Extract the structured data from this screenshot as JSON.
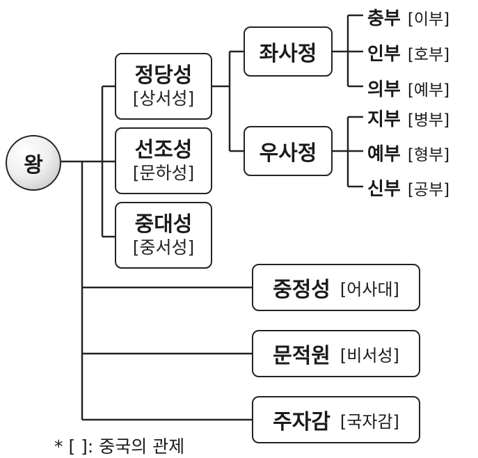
{
  "root": {
    "label": "왕"
  },
  "secretariats": [
    {
      "name": "정당성",
      "chinese": "[상서성]"
    },
    {
      "name": "선조성",
      "chinese": "[문하성]"
    },
    {
      "name": "중대성",
      "chinese": "[중서성]"
    }
  ],
  "ministers": [
    {
      "name": "좌사정"
    },
    {
      "name": "우사정"
    }
  ],
  "left_departments": [
    {
      "name": "충부",
      "chinese": "[이부]"
    },
    {
      "name": "인부",
      "chinese": "[호부]"
    },
    {
      "name": "의부",
      "chinese": "[예부]"
    }
  ],
  "right_departments": [
    {
      "name": "지부",
      "chinese": "[병부]"
    },
    {
      "name": "예부",
      "chinese": "[형부]"
    },
    {
      "name": "신부",
      "chinese": "[공부]"
    }
  ],
  "offices": [
    {
      "name": "중정성",
      "chinese": "[어사대]"
    },
    {
      "name": "문적원",
      "chinese": "[비서성]"
    },
    {
      "name": "주자감",
      "chinese": "[국자감]"
    }
  ],
  "footnote": "* [    ]: 중국의 관제"
}
